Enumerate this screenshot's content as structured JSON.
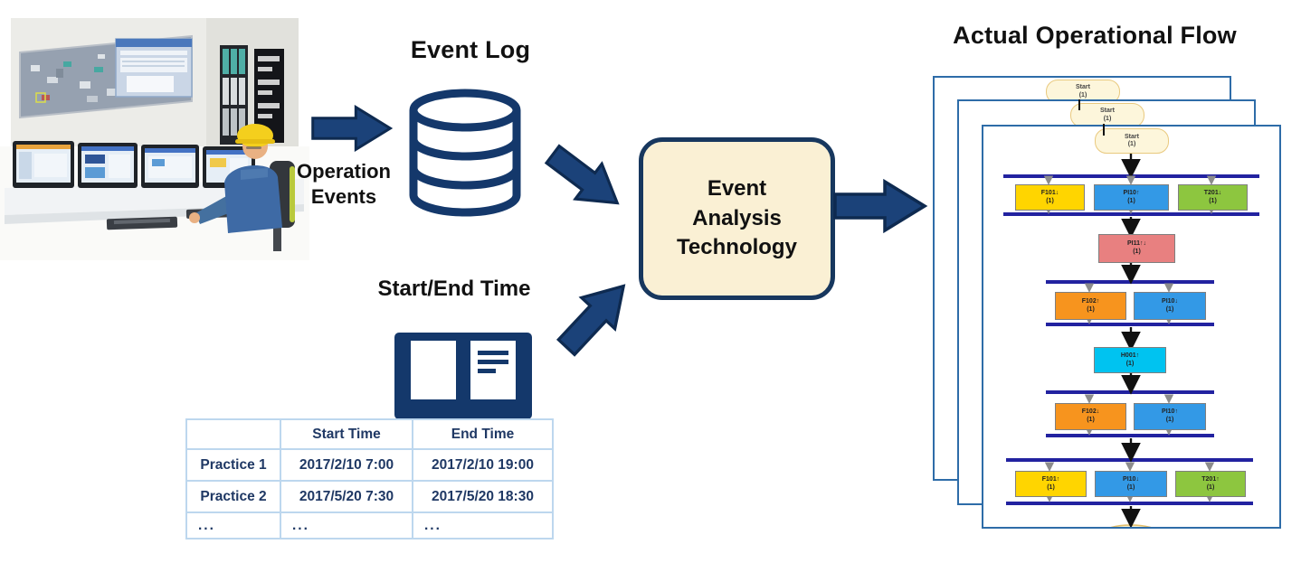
{
  "colors": {
    "navy": "#14386B",
    "arrow_fill": "#1B4279",
    "arrow_stroke": "#0E2A50",
    "analysis_box_fill": "#FAF0D4",
    "page_border": "#2E6CA8",
    "sync_bar": "#2222A0",
    "table_border": "#BDD7EE",
    "table_text": "#1F3864"
  },
  "event_log": {
    "title": "Event Log"
  },
  "operation_events_label": "Operation Events",
  "start_end_time_label": "Start/End Time",
  "analysis_box": {
    "line1": "Event",
    "line2": "Analysis",
    "line3": "Technology"
  },
  "flow_title": "Actual Operational Flow",
  "table": {
    "headers": [
      "",
      "Start Time",
      "End Time"
    ],
    "rows": [
      [
        "Practice 1",
        "2017/2/10 7:00",
        "2017/2/10 19:00"
      ],
      [
        "Practice 2",
        "2017/5/20 7:30",
        "2017/5/20 18:30"
      ],
      [
        "...",
        "...",
        "..."
      ]
    ]
  },
  "flow": {
    "start": {
      "label": "Start",
      "count": "(1)"
    },
    "rows": [
      {
        "nodes": [
          {
            "label": "F101↓",
            "count": "(1)",
            "color": "#FFD500"
          },
          {
            "label": "PI10↑",
            "count": "(1)",
            "color": "#3399E6"
          },
          {
            "label": "T201↓",
            "count": "(1)",
            "color": "#8DC63F"
          }
        ]
      },
      {
        "nodes": [
          {
            "label": "PI11↑↓",
            "count": "(1)",
            "color": "#E88080"
          }
        ]
      },
      {
        "nodes": [
          {
            "label": "F102↑",
            "count": "(1)",
            "color": "#F7941E"
          },
          {
            "label": "PI10↓",
            "count": "(1)",
            "color": "#3399E6"
          }
        ]
      },
      {
        "nodes": [
          {
            "label": "H001↑",
            "count": "(1)",
            "color": "#00C3F0"
          }
        ]
      },
      {
        "nodes": [
          {
            "label": "F102↓",
            "count": "(1)",
            "color": "#F7941E"
          },
          {
            "label": "PI10↑",
            "count": "(1)",
            "color": "#3399E6"
          }
        ]
      },
      {
        "nodes": [
          {
            "label": "F101↑",
            "count": "(1)",
            "color": "#FFD500"
          },
          {
            "label": "PI10↓",
            "count": "(1)",
            "color": "#3399E6"
          },
          {
            "label": "T201↑",
            "count": "(1)",
            "color": "#8DC63F"
          }
        ]
      }
    ]
  }
}
